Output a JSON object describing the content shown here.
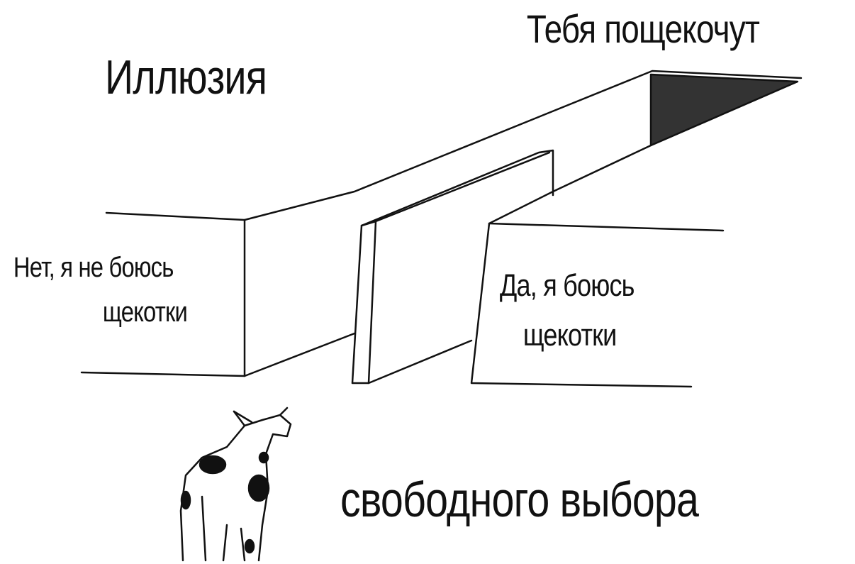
{
  "meme": {
    "title_top": "Иллюзия",
    "title_bottom": "свободного выбора",
    "top_right_label": "Тебя пощекочут",
    "left_path": {
      "line1": "Нет, я не боюсь",
      "line2": "щекотки"
    },
    "right_path": {
      "line1": "Да, я боюсь",
      "line2": "щекотки"
    }
  },
  "colors": {
    "ink": "#111111",
    "background": "#ffffff"
  }
}
